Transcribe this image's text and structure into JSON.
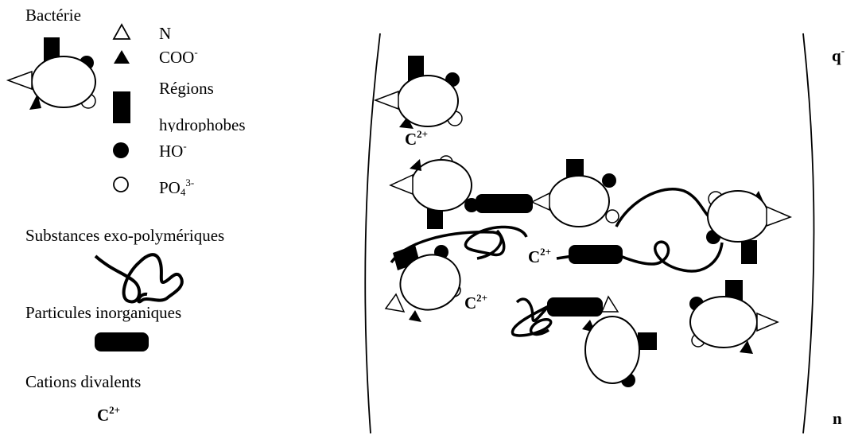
{
  "legend": {
    "bacteria_label": "Bactérie",
    "n_label": "N",
    "coo_label": "COO",
    "coo_charge": "-",
    "regions_label": "Régions",
    "hydrophobes_label": "hydrophobes",
    "ho_label": "HO",
    "ho_charge": "-",
    "po4_label": "PO",
    "po4_sub": "4",
    "po4_charge": "3-",
    "eps_label": "Substances exo-polymériques",
    "particles_label": "Particules inorganiques",
    "cations_label": "Cations divalents",
    "cation_symbol": "C",
    "cation_charge": "2+"
  },
  "floc": {
    "q_label": "q",
    "q_charge": "-",
    "n_label": "n"
  },
  "icons": [
    "bacterium-icon",
    "triangle-outline-icon",
    "triangle-filled-icon",
    "rectangle-filled-icon",
    "circle-filled-icon",
    "circle-outline-icon",
    "polymer-strand-icon",
    "particle-icon"
  ]
}
